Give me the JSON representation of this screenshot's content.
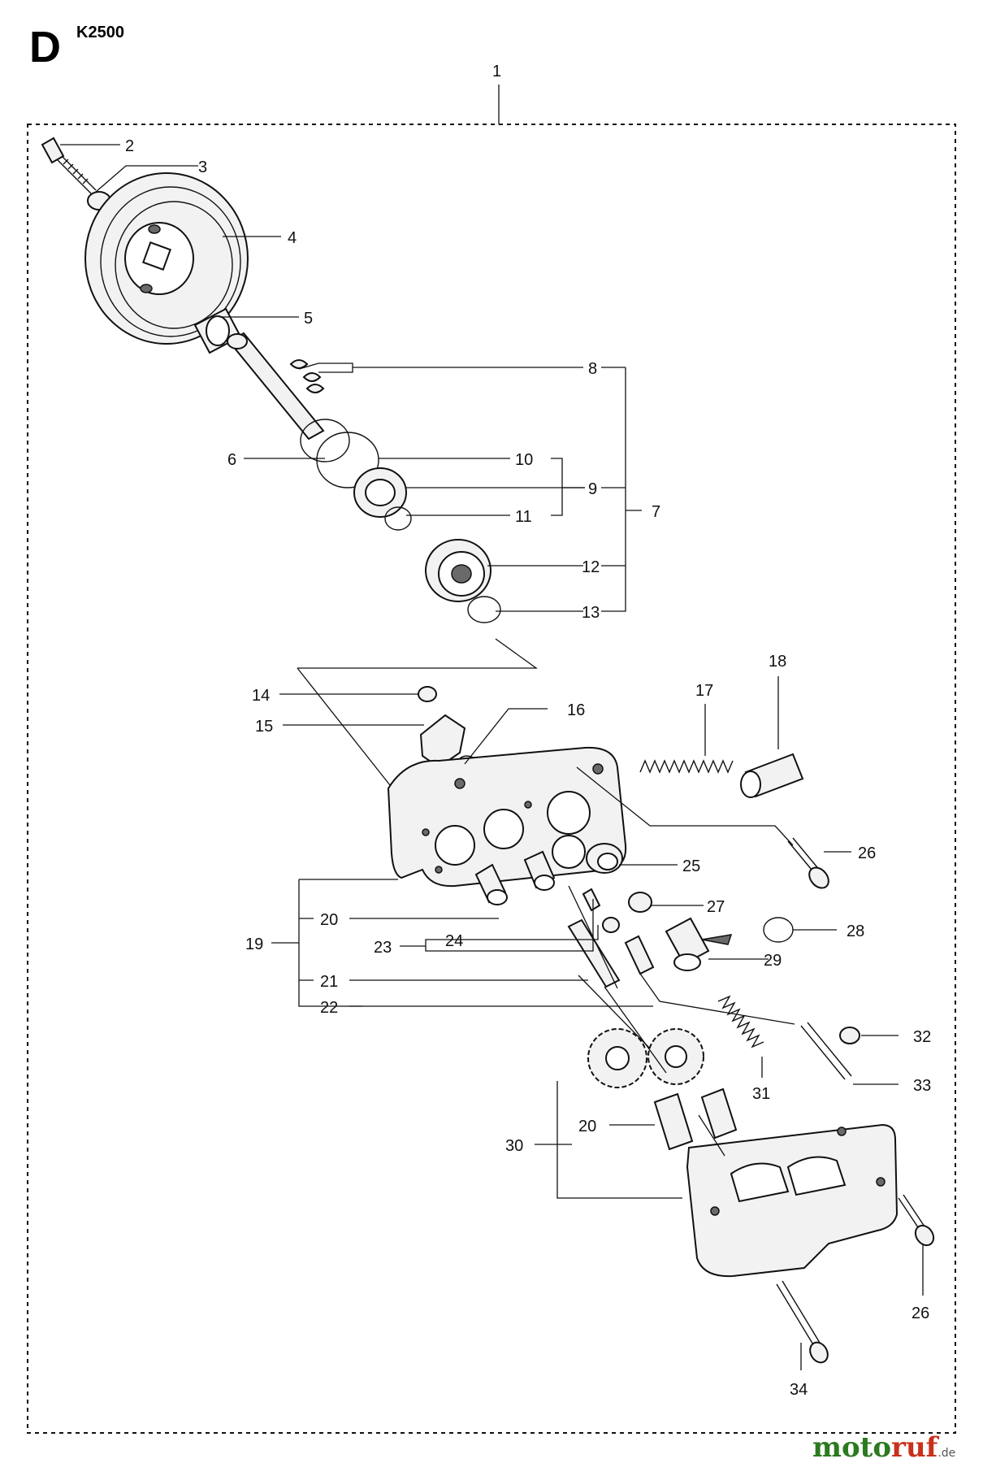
{
  "header": {
    "section_letter": "D",
    "model": "K2500"
  },
  "watermark": {
    "part1": "moto",
    "part2": "ruf",
    "suffix": ".de"
  },
  "callouts": {
    "c1": "1",
    "c2": "2",
    "c3": "3",
    "c4": "4",
    "c5": "5",
    "c6": "6",
    "c7": "7",
    "c8": "8",
    "c9": "9",
    "c10": "10",
    "c11": "11",
    "c12": "12",
    "c13": "13",
    "c14": "14",
    "c15": "15",
    "c16": "16",
    "c17": "17",
    "c18": "18",
    "c19": "19",
    "c20a": "20",
    "c20b": "20",
    "c21": "21",
    "c22": "22",
    "c23": "23",
    "c24": "24",
    "c25": "25",
    "c26a": "26",
    "c26b": "26",
    "c27": "27",
    "c28": "28",
    "c29": "29",
    "c30": "30",
    "c31": "31",
    "c32": "32",
    "c33": "33",
    "c34": "34"
  }
}
